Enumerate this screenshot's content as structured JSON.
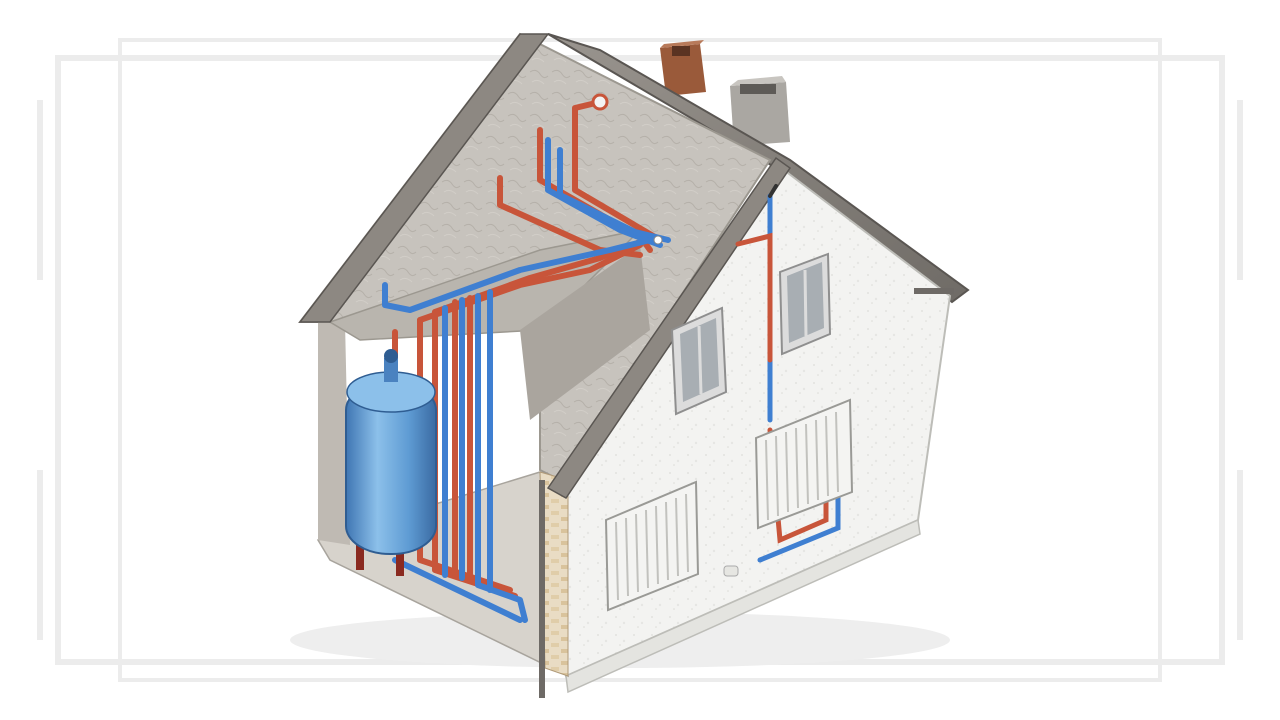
{
  "diagram": {
    "kind": "isometric-cutaway-house-heating-system",
    "components": [
      {
        "id": "storage-tank",
        "label": ""
      },
      {
        "id": "radiator-lower",
        "label": ""
      },
      {
        "id": "radiator-upper",
        "label": ""
      },
      {
        "id": "chimney-left",
        "label": ""
      },
      {
        "id": "chimney-right",
        "label": ""
      }
    ],
    "pipe_colors": {
      "hot": "#c8553a",
      "cold": "#3f7fd1"
    },
    "colors": {
      "tank": "#6ea8dc",
      "wall": "#f1f1ef",
      "interior": "#c9c6c1",
      "roof": "#8a8580",
      "frame": "#ececec"
    }
  }
}
